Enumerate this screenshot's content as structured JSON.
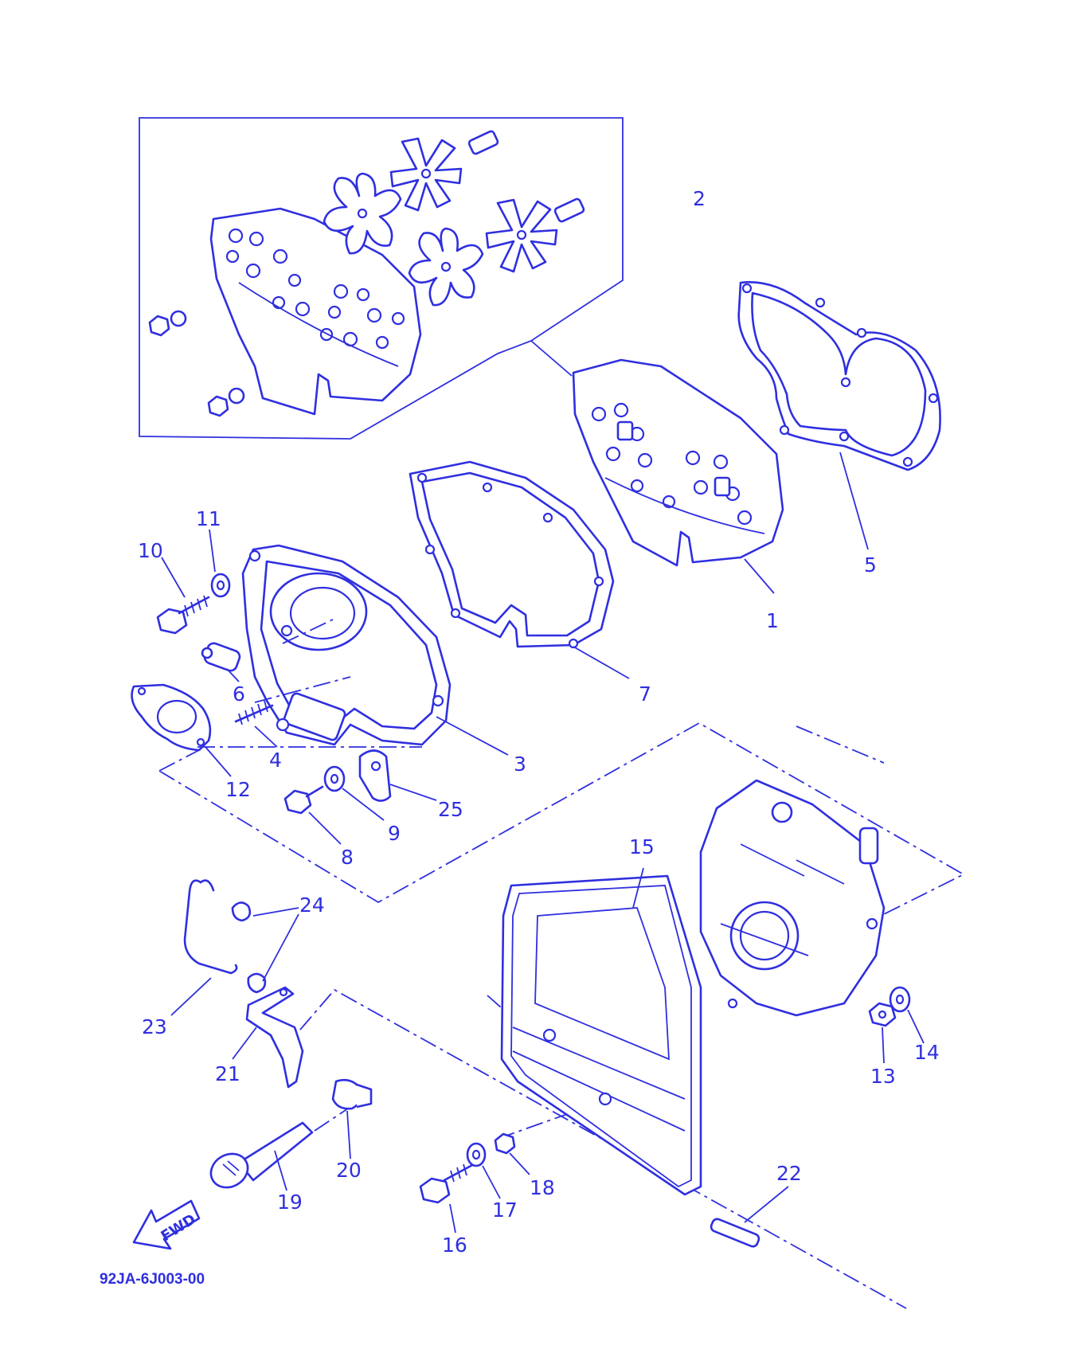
{
  "diagram": {
    "code": "92JA-6J003-00",
    "direction_label": "FWD",
    "stroke_color": "#2f2fe0",
    "callouts": [
      {
        "id": "1",
        "label": "1"
      },
      {
        "id": "2",
        "label": "2"
      },
      {
        "id": "3",
        "label": "3"
      },
      {
        "id": "4",
        "label": "4"
      },
      {
        "id": "5",
        "label": "5"
      },
      {
        "id": "6",
        "label": "6"
      },
      {
        "id": "7",
        "label": "7"
      },
      {
        "id": "8",
        "label": "8"
      },
      {
        "id": "9",
        "label": "9"
      },
      {
        "id": "10",
        "label": "10"
      },
      {
        "id": "11",
        "label": "11"
      },
      {
        "id": "12",
        "label": "12"
      },
      {
        "id": "13",
        "label": "13"
      },
      {
        "id": "14",
        "label": "14"
      },
      {
        "id": "15",
        "label": "15"
      },
      {
        "id": "16",
        "label": "16"
      },
      {
        "id": "17",
        "label": "17"
      },
      {
        "id": "18",
        "label": "18"
      },
      {
        "id": "19",
        "label": "19"
      },
      {
        "id": "20",
        "label": "20"
      },
      {
        "id": "21",
        "label": "21"
      },
      {
        "id": "22",
        "label": "22"
      },
      {
        "id": "23",
        "label": "23"
      },
      {
        "id": "24",
        "label": "24"
      },
      {
        "id": "25",
        "label": "25"
      }
    ]
  }
}
